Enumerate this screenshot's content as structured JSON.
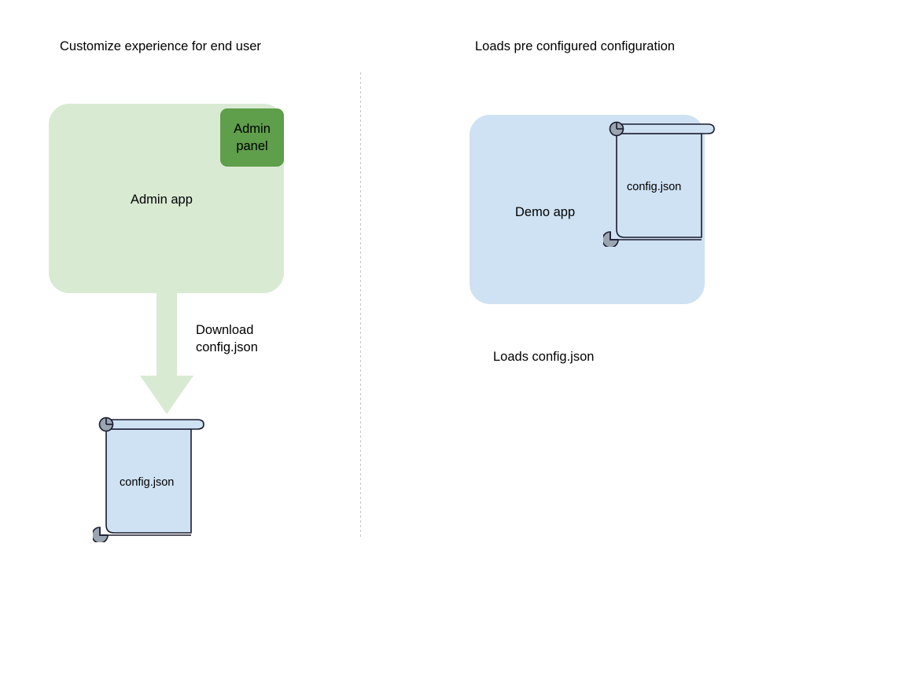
{
  "diagram": {
    "title_left": "Customize experience for end user",
    "title_right": "Loads pre configured configuration",
    "divider": "vertical-dotted-divider"
  },
  "left_column": {
    "caption": "Customize experience for end user",
    "app": {
      "label": "Admin app",
      "color": "#d9ead3"
    },
    "badge": {
      "label": "Admin panel",
      "color": "#5f9e4a"
    },
    "arrow": {
      "label_line1": "Download",
      "label_line2": "config.json",
      "color": "#d9ead3",
      "direction": "down"
    },
    "document": {
      "label": "config.json",
      "fill": "#cfe2f3",
      "stroke": "#1a1a2e",
      "roll_color": "#9aa5b1"
    }
  },
  "right_column": {
    "caption": "Loads pre configured configuration",
    "app": {
      "label": "Demo app",
      "color": "#cfe2f3"
    },
    "document": {
      "label": "config.json",
      "fill": "#cfe2f3",
      "stroke": "#1a1a2e",
      "roll_color": "#9aa5b1"
    },
    "footer_caption": "Loads config.json"
  }
}
